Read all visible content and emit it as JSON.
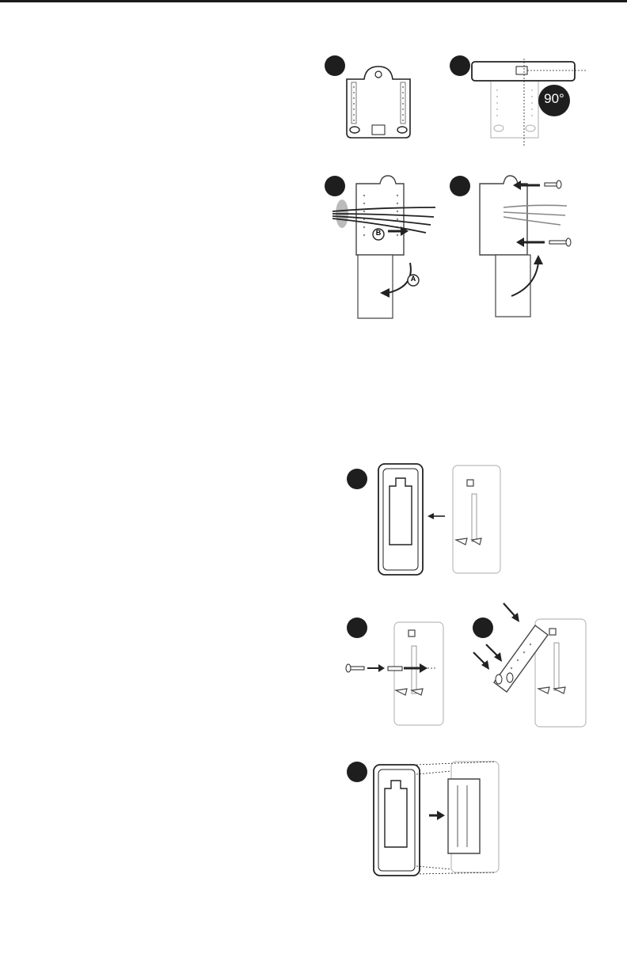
{
  "page": {
    "title": "",
    "sections": [
      {
        "id": "wallplate-mount",
        "steps": 4
      },
      {
        "id": "trim-plate-mount",
        "steps": 4
      }
    ]
  },
  "figures": {
    "level_angle_label": "90°",
    "callout_a": "A",
    "callout_b": "B"
  },
  "icons": [
    "step-marker",
    "arrow",
    "screw",
    "level",
    "wallplate",
    "trim-plate",
    "wire-bundle"
  ]
}
